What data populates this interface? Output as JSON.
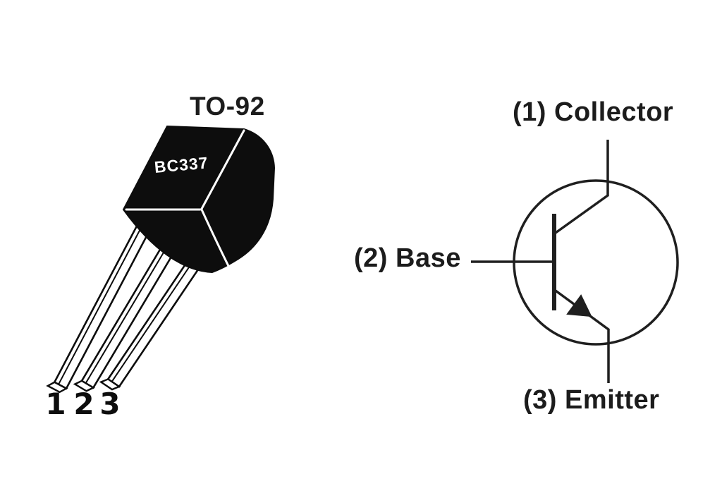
{
  "package": {
    "outline_label": "TO-92",
    "part_number": "BC337",
    "pin_numbers": [
      "1",
      "2",
      "3"
    ]
  },
  "symbol": {
    "pin_labels": {
      "collector": "(1) Collector",
      "base": "(2) Base",
      "emitter": "(3) Emitter"
    }
  },
  "colors": {
    "background": "#ffffff",
    "body_fill": "#0d0d0d",
    "schematic_line": "#1f1f1f",
    "highlight": "#ffffff",
    "text": "#1c1c1c"
  }
}
